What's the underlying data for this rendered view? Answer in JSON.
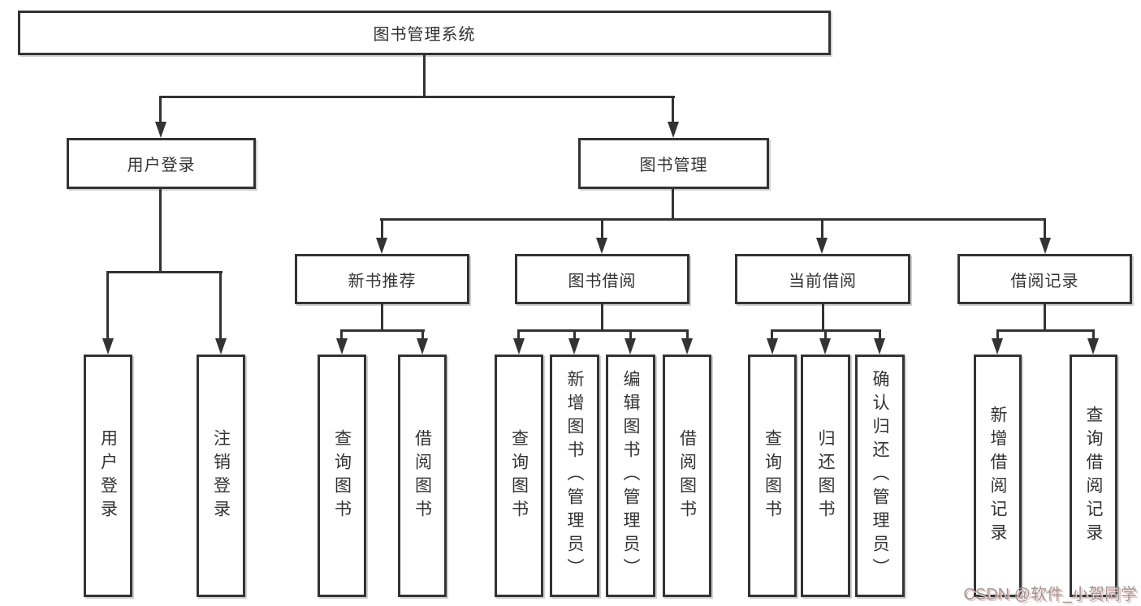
{
  "diagram": {
    "root": "图书管理系统",
    "level2": {
      "user_login": "用户登录",
      "book_mgmt": "图书管理"
    },
    "level3": {
      "new_books": "新书推荐",
      "book_borrow": "图书借阅",
      "current_borrow": "当前借阅",
      "borrow_records": "借阅记录"
    },
    "leaves": {
      "user_login": [
        "用户登录",
        "注销登录"
      ],
      "new_books": [
        "查询图书",
        "借阅图书"
      ],
      "book_borrow": [
        "查询图书",
        "新增图书（管理员）",
        "编辑图书（管理员）",
        "借阅图书"
      ],
      "current_borrow": [
        "查询图书",
        "归还图书",
        "确认归还（管理员）"
      ],
      "borrow_records": [
        "新增借阅记录",
        "查询借阅记录"
      ]
    }
  },
  "watermark": {
    "text": "CSDN @软件_小贺同学"
  },
  "colors": {
    "line": "#333333",
    "text": "#333333",
    "background": "#ffffff",
    "watermark_text": "#9c9c9c",
    "watermark_shadow": "#f2c0c0"
  }
}
